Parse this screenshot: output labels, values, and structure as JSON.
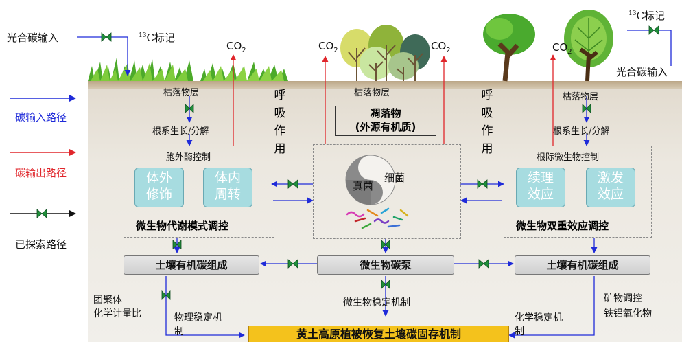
{
  "legend": {
    "input_path": "碳输入路径",
    "output_path": "碳输出路径",
    "explored_path": "已探索路径",
    "input_color": "#1f2bd9",
    "output_color": "#e0262b"
  },
  "top": {
    "photo_input_left": "光合碳输入",
    "c13_left_sup": "13",
    "c13_left_rest": "C标记",
    "c13_right_sup": "13",
    "c13_right_rest": "C标记",
    "photo_input_right": "光合碳输入",
    "co2_base": "CO",
    "co2_sub": "2"
  },
  "respiration": [
    "呼",
    "吸",
    "作",
    "用"
  ],
  "left_col": {
    "litter": "枯落物层",
    "root": "根系生长/分解",
    "enzyme": "胞外酶控制",
    "box1": [
      "体外",
      "修饰"
    ],
    "box2": [
      "体内",
      "周转"
    ],
    "title": "微生物代谢模式调控"
  },
  "center": {
    "litter": "枯落物层",
    "fallen_line1": "凋落物",
    "fallen_line2": "(外源有机质)",
    "fungi": "真菌",
    "bacteria": "细菌",
    "pump": "微生物碳泵",
    "stability": "微生物稳定机制"
  },
  "right_col": {
    "litter": "枯落物层",
    "root": "根系生长/分解",
    "rhizo": "根际微生物控制",
    "box1": [
      "续理",
      "效应"
    ],
    "box2": [
      "激发",
      "效应"
    ],
    "title": "微生物双重效应调控"
  },
  "soil_boxes": {
    "left": "土壤有机碳组成",
    "right": "土壤有机碳组成"
  },
  "bottom": {
    "aggregate_line1": "团聚体",
    "aggregate_line2": "化学计量比",
    "physical_line1": "物理稳定机",
    "physical_line2": "制",
    "mineral_line1": "矿物调控",
    "mineral_line2": "铁铝氧化物",
    "chemical_line1": "化学稳定机",
    "chemical_line2": "制",
    "main_title": "黄土高原植被恢复土壤碳固存机制"
  }
}
